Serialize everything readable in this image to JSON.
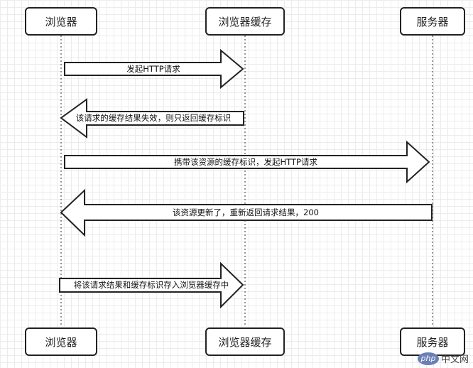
{
  "actors": {
    "browser": "浏览器",
    "cache": "浏览器缓存",
    "server": "服务器"
  },
  "messages": [
    {
      "from": "browser",
      "to": "cache",
      "label": "发起HTTP请求"
    },
    {
      "from": "cache",
      "to": "browser",
      "label": "该请求的缓存结果失效，则只返回缓存标识"
    },
    {
      "from": "browser",
      "to": "server",
      "label": "携带该资源的缓存标识，发起HTTP请求"
    },
    {
      "from": "server",
      "to": "browser",
      "label": "该资源更新了，重新返回请求结果，200"
    },
    {
      "from": "browser",
      "to": "cache",
      "label": "将该请求结果和缓存标识存入浏览器缓存中"
    }
  ],
  "watermark": {
    "badge": "php",
    "text": "中文网"
  }
}
